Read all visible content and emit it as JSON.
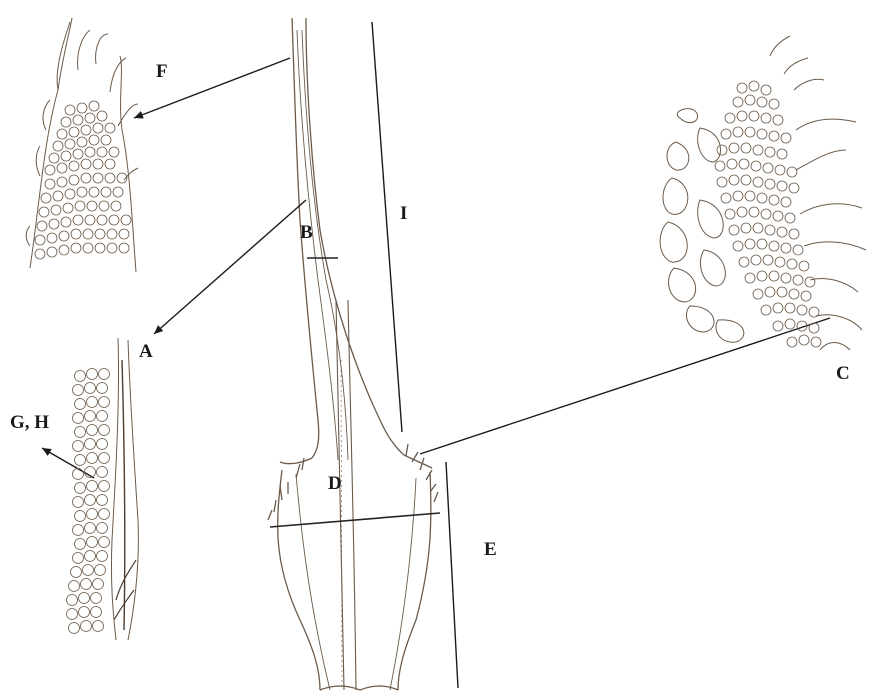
{
  "labels": {
    "f": "F",
    "b": "B",
    "i": "I",
    "a": "A",
    "gh": "G, H",
    "c": "C",
    "d": "D",
    "e": "E"
  },
  "colors": {
    "background": "#ffffff",
    "ink": "#1a1a1a",
    "drawing": "#6b5a4a",
    "drawing_dark": "#4a3c30"
  }
}
